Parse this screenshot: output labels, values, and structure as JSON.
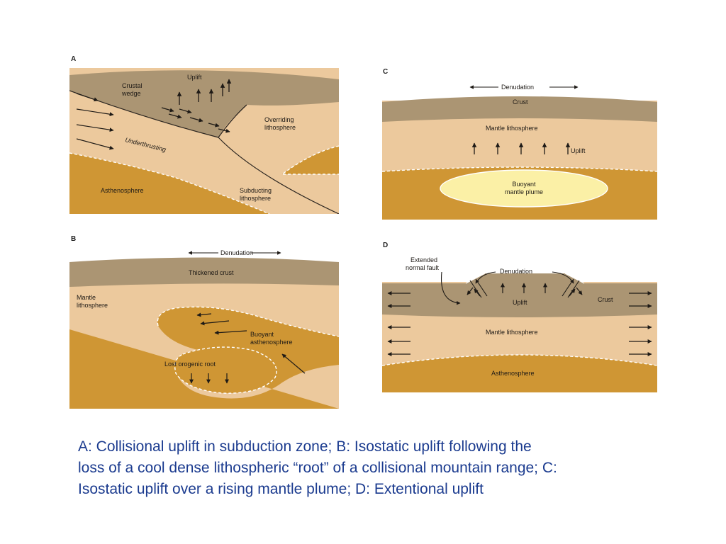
{
  "panels": {
    "a": {
      "label": "A",
      "crustal_wedge": [
        "Crustal",
        "wedge"
      ],
      "uplift": "Uplift",
      "overriding": [
        "Overriding",
        "lithosphere"
      ],
      "underthrusting": "Underthrusting",
      "asthenosphere": "Asthenosphere",
      "subducting": [
        "Subducting",
        "lithosphere"
      ]
    },
    "b": {
      "label": "B",
      "denudation": "Denudation",
      "thickened_crust": "Thickened crust",
      "mantle": [
        "Mantle",
        "lithosphere"
      ],
      "buoyant": [
        "Buoyant",
        "asthenosphere"
      ],
      "lost_root": "Lost orogenic root"
    },
    "c": {
      "label": "C",
      "denudation": "Denudation",
      "crust": "Crust",
      "mantle": "Mantle lithosphere",
      "uplift": "Uplift",
      "plume": [
        "Buoyant",
        "mantle plume"
      ]
    },
    "d": {
      "label": "D",
      "fault": [
        "Extended",
        "normal fault"
      ],
      "denudation": "Denudation",
      "uplift": "Uplift",
      "crust": "Crust",
      "mantle": "Mantle lithosphere",
      "asthenosphere": "Asthenosphere"
    }
  },
  "caption": [
    "A: Collisional uplift in subduction zone; B: Isostatic uplift following the",
    "loss of a cool dense lithospheric “root” of a collisional mountain range; C:",
    "Isostatic uplift over a rising mantle plume; D: Extentional uplift"
  ],
  "colors": {
    "crust": "#ab9573",
    "mantle": "#ecc99d",
    "asthenosphere": "#cf9634",
    "plume": "#fbf0a6",
    "caption": "#1b3b8f"
  }
}
